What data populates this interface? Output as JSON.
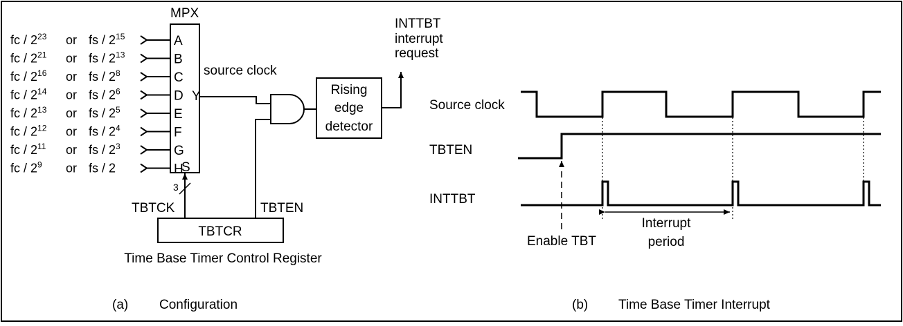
{
  "figure": {
    "mux": {
      "label": "MPX",
      "input_letters": [
        "A",
        "B",
        "C",
        "D",
        "E",
        "F",
        "G",
        "H"
      ],
      "output_letter": "Y",
      "select_letter": "S",
      "select_width": "3"
    },
    "inputs": [
      {
        "fc_base": "fc / 2",
        "fc_exp": "23",
        "or": "or",
        "fs_base": "fs / 2",
        "fs_exp": "15"
      },
      {
        "fc_base": "fc / 2",
        "fc_exp": "21",
        "or": "or",
        "fs_base": "fs / 2",
        "fs_exp": "13"
      },
      {
        "fc_base": "fc / 2",
        "fc_exp": "16",
        "or": "or",
        "fs_base": "fs / 2",
        "fs_exp": "8"
      },
      {
        "fc_base": "fc / 2",
        "fc_exp": "14",
        "or": "or",
        "fs_base": "fs / 2",
        "fs_exp": "6"
      },
      {
        "fc_base": "fc / 2",
        "fc_exp": "13",
        "or": "or",
        "fs_base": "fs / 2",
        "fs_exp": "5"
      },
      {
        "fc_base": "fc / 2",
        "fc_exp": "12",
        "or": "or",
        "fs_base": "fs / 2",
        "fs_exp": "4"
      },
      {
        "fc_base": "fc / 2",
        "fc_exp": "11",
        "or": "or",
        "fs_base": "fs / 2",
        "fs_exp": "3"
      },
      {
        "fc_base": "fc / 2",
        "fc_exp": "9",
        "or": "or",
        "fs_base": "fs / 2",
        "fs_exp": ""
      }
    ],
    "labels": {
      "source_clock": "source clock",
      "detector_line1": "Rising",
      "detector_line2": "edge",
      "detector_line3": "detector",
      "output_line1": "INTTBT",
      "output_line2": "interrupt",
      "output_line3": "request",
      "tbtck": "TBTCK",
      "tbten": "TBTEN",
      "register": "TBTCR",
      "register_caption": "Time Base Timer Control  Register"
    },
    "timing": {
      "signal_source": "Source clock",
      "signal_tbten": "TBTEN",
      "signal_inttbt": "INTTBT",
      "enable_label": "Enable TBT",
      "period_line1": "Interrupt",
      "period_line2": "period"
    },
    "captions": {
      "a_tag": "(a)",
      "a_text": "Configuration",
      "b_tag": "(b)",
      "b_text": "Time Base Timer Interrupt"
    }
  }
}
